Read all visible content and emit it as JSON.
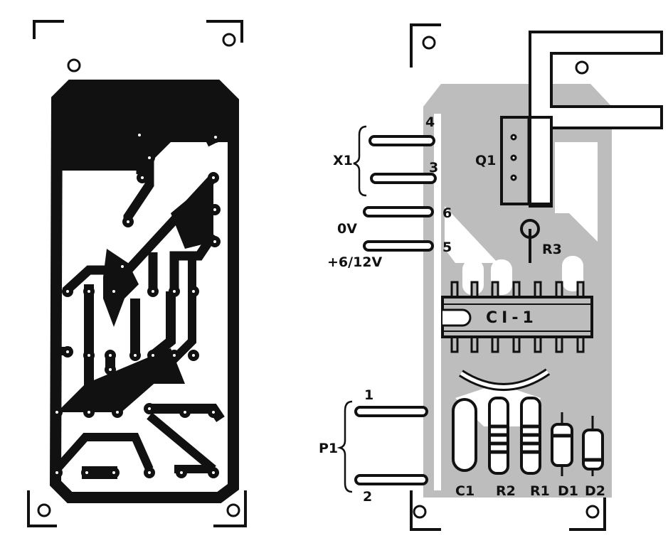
{
  "title": "PCB layout and component placement",
  "colors": {
    "ink": "#111111",
    "board": "#bdbdbd",
    "paper": "#ffffff"
  },
  "connectors": {
    "x1": {
      "label": "X1",
      "pins": [
        "4",
        "3"
      ]
    },
    "ground": {
      "label": "0V",
      "pin": "6"
    },
    "supply": {
      "label": "+6/12V",
      "pin": "5"
    },
    "p1": {
      "label": "P1",
      "pins": [
        "1",
        "2"
      ]
    }
  },
  "components": {
    "q1": "Q1",
    "r3": "R3",
    "ic": "CI-1",
    "c1": "C1",
    "r2": "R2",
    "r1": "R1",
    "d1": "D1",
    "d2": "D2"
  }
}
